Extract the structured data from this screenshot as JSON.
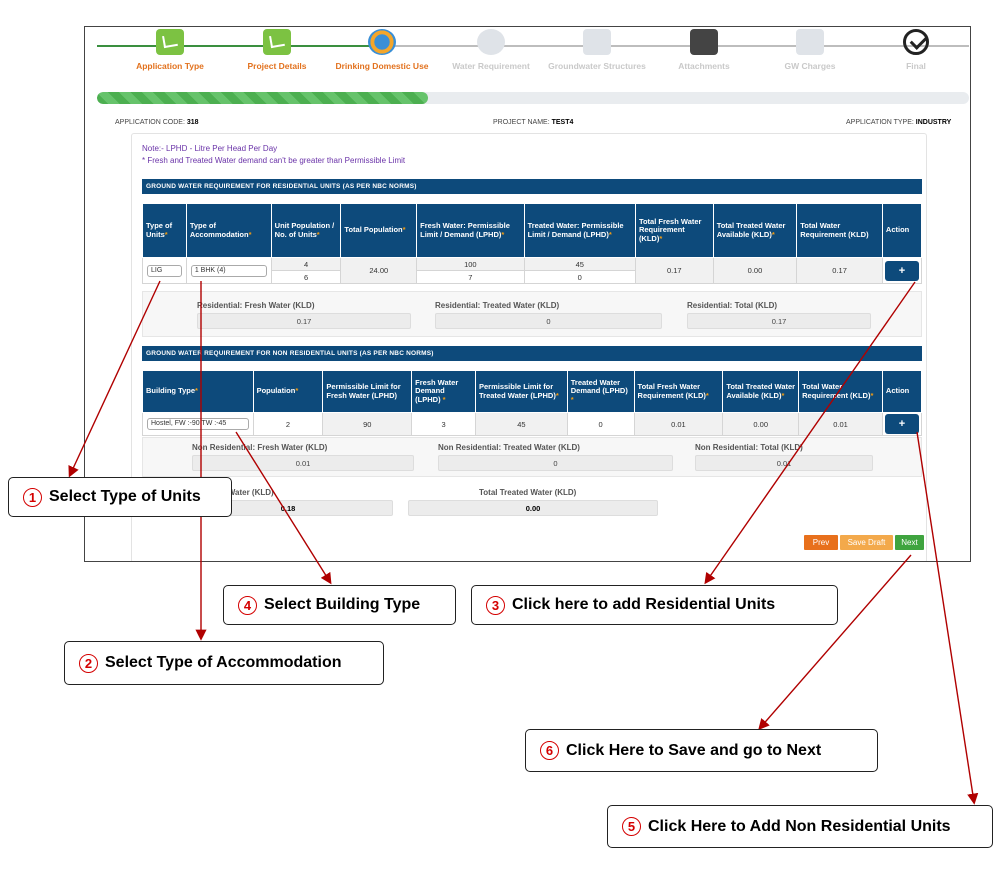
{
  "stepper": [
    {
      "label": "Application Type",
      "state": "done"
    },
    {
      "label": "Project Details",
      "state": "done"
    },
    {
      "label": "Drinking Domestic Use",
      "state": "active"
    },
    {
      "label": "Water Requirement",
      "state": "pending"
    },
    {
      "label": "Groundwater Structures",
      "state": "pending"
    },
    {
      "label": "Attachments",
      "state": "pending"
    },
    {
      "label": "GW Charges",
      "state": "pending"
    },
    {
      "label": "Final",
      "state": "final"
    }
  ],
  "progress": {
    "percent": 38
  },
  "meta": {
    "app_code_label": "APPLICATION CODE:",
    "app_code": "318",
    "project_label": "PROJECT NAME:",
    "project": "TEST4",
    "app_type_label": "APPLICATION TYPE:",
    "app_type": "INDUSTRY"
  },
  "notes": {
    "line1": "Note:- LPHD - Litre Per Head Per Day",
    "line2": "* Fresh and Treated Water demand can't be greater than Permissible Limit"
  },
  "residential": {
    "title": "GROUND WATER REQUIREMENT FOR RESIDENTIAL UNITS (AS PER NBC NORMS)",
    "headers": {
      "type_units": "Type of Units",
      "type_accom": "Type of Accommodation",
      "unit_pop": "Unit Population / No. of Units",
      "total_pop": "Total Population",
      "fresh": "Fresh Water: Permissible Limit / Demand (LPHD)",
      "treated": "Treated Water: Permissible Limit / Demand (LPHD)",
      "total_fresh": "Total Fresh Water Requirement (KLD)",
      "total_treated": "Total Treated Water Available (KLD)",
      "total_req": "Total Water Requirement (KLD)",
      "action": "Action"
    },
    "row": {
      "type_units": "LIG",
      "type_accom": "1 BHK (4)",
      "unit_pop": "4",
      "no_units": "6",
      "total_pop": "24.00",
      "fresh_limit": "100",
      "fresh_demand": "7",
      "treated_limit": "45",
      "treated_demand": "0",
      "total_fresh": "0.17",
      "total_treated": "0.00",
      "total_req": "0.17",
      "action": "+"
    },
    "summary": {
      "fresh_label": "Residential: Fresh Water (KLD)",
      "fresh": "0.17",
      "treated_label": "Residential: Treated Water (KLD)",
      "treated": "0",
      "total_label": "Residential: Total (KLD)",
      "total": "0.17"
    }
  },
  "nonres": {
    "title": "GROUND WATER REQUIREMENT FOR NON RESIDENTIAL UNITS (AS PER NBC NORMS)",
    "headers": {
      "building": "Building Type",
      "population": "Population",
      "perm_fresh": "Permissible Limit for Fresh Water (LPHD)",
      "fresh_demand": "Fresh Water Demand (LPHD)",
      "perm_treated": "Permissible Limit for Treated Water (LPHD)",
      "treated_demand": "Treated Water Demand (LPHD)",
      "total_fresh": "Total Fresh Water Requirement (KLD)",
      "total_treated": "Total Treated Water Available (KLD)",
      "total_req": "Total Water Requirement (KLD)",
      "action": "Action"
    },
    "row": {
      "building": "Hostel, FW :-90 TW :-45",
      "population": "2",
      "perm_fresh": "90",
      "fresh_demand": "3",
      "perm_treated": "45",
      "treated_demand": "0",
      "total_fresh": "0.01",
      "total_treated": "0.00",
      "total_req": "0.01",
      "action": "+"
    },
    "summary": {
      "fresh_label": "Non Residential: Fresh Water (KLD)",
      "fresh": "0.01",
      "treated_label": "Non Residential: Treated Water (KLD)",
      "treated": "0",
      "total_label": "Non Residential: Total (KLD)",
      "total": "0.01"
    }
  },
  "totals": {
    "fresh_label": "Total Fresh Water (KLD)",
    "fresh": "0.18",
    "treated_label": "Total Treated Water (KLD)",
    "treated": "0.00"
  },
  "buttons": {
    "prev": "Prev",
    "save_draft": "Save Draft",
    "next": "Next"
  },
  "callouts": {
    "c1": {
      "num": "1",
      "text": "Select Type of Units"
    },
    "c2": {
      "num": "2",
      "text": "Select Type of Accommodation"
    },
    "c3": {
      "num": "3",
      "text": "Click here to add Residential Units"
    },
    "c4": {
      "num": "4",
      "text": "Select Building Type"
    },
    "c5": {
      "num": "5",
      "text": "Click Here to Add Non Residential Units"
    },
    "c6": {
      "num": "6",
      "text": "Click Here to Save and go to Next"
    }
  }
}
